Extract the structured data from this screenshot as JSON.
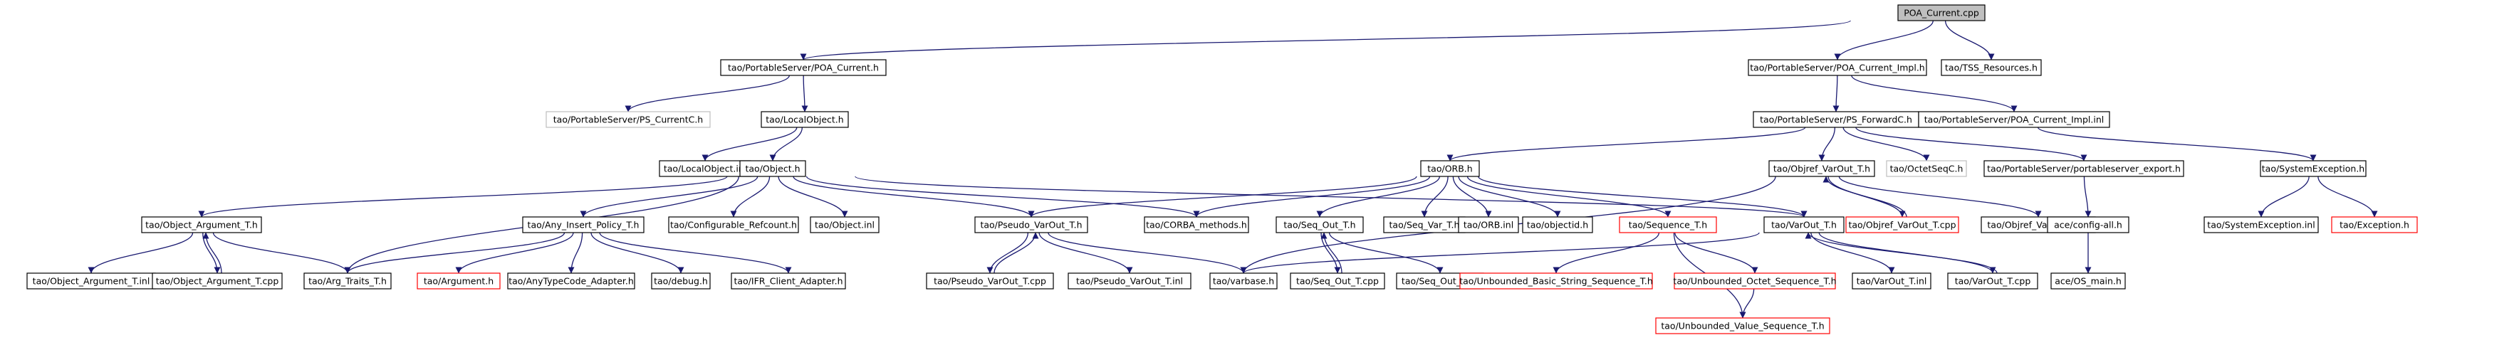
{
  "colors": {
    "root_fill": "#bfbfbf",
    "node_fill": "#ffffff",
    "border_normal": "#000000",
    "border_missing": "#ff0000",
    "border_external": "#bfbfbf",
    "edge": "#191970"
  },
  "nodes": [
    {
      "id": "root",
      "label": "POA_Current.cpp",
      "kind": "root"
    },
    {
      "id": "pscur_h",
      "label": "tao/PortableServer/POA_Current.h",
      "kind": "normal"
    },
    {
      "id": "pscuri_h",
      "label": "tao/PortableServer/POA_Current_Impl.h",
      "kind": "normal"
    },
    {
      "id": "tss",
      "label": "tao/TSS_Resources.h",
      "kind": "normal"
    },
    {
      "id": "pscurC",
      "label": "tao/PortableServer/PS_CurrentC.h",
      "kind": "external"
    },
    {
      "id": "localobj_h",
      "label": "tao/LocalObject.h",
      "kind": "normal"
    },
    {
      "id": "psfwd",
      "label": "tao/PortableServer/PS_ForwardC.h",
      "kind": "normal"
    },
    {
      "id": "pscuri_inl",
      "label": "tao/PortableServer/POA_Current_Impl.inl",
      "kind": "normal"
    },
    {
      "id": "localobj_inl",
      "label": "tao/LocalObject.inl",
      "kind": "normal"
    },
    {
      "id": "object_h",
      "label": "tao/Object.h",
      "kind": "normal"
    },
    {
      "id": "orb_h",
      "label": "tao/ORB.h",
      "kind": "normal"
    },
    {
      "id": "objref_h",
      "label": "tao/Objref_VarOut_T.h",
      "kind": "normal"
    },
    {
      "id": "octet",
      "label": "tao/OctetSeqC.h",
      "kind": "external"
    },
    {
      "id": "psexport",
      "label": "tao/PortableServer/portableserver_export.h",
      "kind": "normal"
    },
    {
      "id": "sysexc_h",
      "label": "tao/SystemException.h",
      "kind": "normal"
    },
    {
      "id": "objarg_h",
      "label": "tao/Object_Argument_T.h",
      "kind": "normal"
    },
    {
      "id": "anyins",
      "label": "tao/Any_Insert_Policy_T.h",
      "kind": "normal"
    },
    {
      "id": "cfgref",
      "label": "tao/Configurable_Refcount.h",
      "kind": "normal"
    },
    {
      "id": "object_inl",
      "label": "tao/Object.inl",
      "kind": "normal"
    },
    {
      "id": "pseudo_h",
      "label": "tao/Pseudo_VarOut_T.h",
      "kind": "normal"
    },
    {
      "id": "corbam",
      "label": "tao/CORBA_methods.h",
      "kind": "normal"
    },
    {
      "id": "seqout_h",
      "label": "tao/Seq_Out_T.h",
      "kind": "normal"
    },
    {
      "id": "seqvar_h",
      "label": "tao/Seq_Var_T.h",
      "kind": "normal"
    },
    {
      "id": "orb_inl",
      "label": "tao/ORB.inl",
      "kind": "normal"
    },
    {
      "id": "objectid",
      "label": "tao/objectid.h",
      "kind": "normal"
    },
    {
      "id": "seqt_h",
      "label": "tao/Sequence_T.h",
      "kind": "missing"
    },
    {
      "id": "varout_h",
      "label": "tao/VarOut_T.h",
      "kind": "normal"
    },
    {
      "id": "objrefcpp",
      "label": "tao/Objref_VarOut_T.cpp",
      "kind": "missing"
    },
    {
      "id": "objrefinl",
      "label": "tao/Objref_VarOut_T.inl",
      "kind": "normal"
    },
    {
      "id": "configall",
      "label": "ace/config-all.h",
      "kind": "normal"
    },
    {
      "id": "sysexc_inl",
      "label": "tao/SystemException.inl",
      "kind": "normal"
    },
    {
      "id": "exception",
      "label": "tao/Exception.h",
      "kind": "missing"
    },
    {
      "id": "objarg_inl",
      "label": "tao/Object_Argument_T.inl",
      "kind": "normal"
    },
    {
      "id": "objarg_cpp",
      "label": "tao/Object_Argument_T.cpp",
      "kind": "normal"
    },
    {
      "id": "argtraits",
      "label": "tao/Arg_Traits_T.h",
      "kind": "normal"
    },
    {
      "id": "argument",
      "label": "tao/Argument.h",
      "kind": "missing"
    },
    {
      "id": "anytc",
      "label": "tao/AnyTypeCode_Adapter.h",
      "kind": "normal"
    },
    {
      "id": "debug",
      "label": "tao/debug.h",
      "kind": "normal"
    },
    {
      "id": "ifr",
      "label": "tao/IFR_Client_Adapter.h",
      "kind": "normal"
    },
    {
      "id": "pseudo_cpp",
      "label": "tao/Pseudo_VarOut_T.cpp",
      "kind": "normal"
    },
    {
      "id": "pseudo_inl",
      "label": "tao/Pseudo_VarOut_T.inl",
      "kind": "normal"
    },
    {
      "id": "varbase",
      "label": "tao/varbase.h",
      "kind": "normal"
    },
    {
      "id": "seqout_cpp",
      "label": "tao/Seq_Out_T.cpp",
      "kind": "normal"
    },
    {
      "id": "seqout_inl",
      "label": "tao/Seq_Out_T.inl",
      "kind": "normal"
    },
    {
      "id": "ubstr",
      "label": "tao/Unbounded_Basic_String_Sequence_T.h",
      "kind": "missing"
    },
    {
      "id": "uboct",
      "label": "tao/Unbounded_Octet_Sequence_T.h",
      "kind": "missing"
    },
    {
      "id": "varout_inl",
      "label": "tao/VarOut_T.inl",
      "kind": "normal"
    },
    {
      "id": "varout_cpp",
      "label": "tao/VarOut_T.cpp",
      "kind": "normal"
    },
    {
      "id": "osmain",
      "label": "ace/OS_main.h",
      "kind": "normal"
    },
    {
      "id": "ubval",
      "label": "tao/Unbounded_Value_Sequence_T.h",
      "kind": "missing"
    }
  ],
  "edges": [
    [
      "root",
      "pscur_h"
    ],
    [
      "root",
      "pscuri_h"
    ],
    [
      "root",
      "tss"
    ],
    [
      "pscur_h",
      "pscurC"
    ],
    [
      "pscur_h",
      "localobj_h"
    ],
    [
      "pscuri_h",
      "psfwd"
    ],
    [
      "pscuri_h",
      "pscuri_inl"
    ],
    [
      "localobj_h",
      "localobj_inl"
    ],
    [
      "localobj_h",
      "object_h"
    ],
    [
      "psfwd",
      "orb_h"
    ],
    [
      "psfwd",
      "objref_h"
    ],
    [
      "psfwd",
      "octet"
    ],
    [
      "psfwd",
      "psexport"
    ],
    [
      "pscuri_inl",
      "sysexc_h"
    ],
    [
      "object_h",
      "objarg_h"
    ],
    [
      "object_h",
      "anyins"
    ],
    [
      "object_h",
      "cfgref"
    ],
    [
      "object_h",
      "object_inl"
    ],
    [
      "object_h",
      "pseudo_h"
    ],
    [
      "object_h",
      "corbam"
    ],
    [
      "object_h",
      "argtraits"
    ],
    [
      "object_h",
      "varout_h"
    ],
    [
      "orb_h",
      "corbam"
    ],
    [
      "orb_h",
      "pseudo_h"
    ],
    [
      "orb_h",
      "seqout_h"
    ],
    [
      "orb_h",
      "seqvar_h"
    ],
    [
      "orb_h",
      "orb_inl"
    ],
    [
      "orb_h",
      "objectid"
    ],
    [
      "orb_h",
      "seqt_h"
    ],
    [
      "orb_h",
      "varout_h"
    ],
    [
      "objref_h",
      "objrefcpp"
    ],
    [
      "objref_h",
      "objrefinl"
    ],
    [
      "objref_h",
      "varbase"
    ],
    [
      "objrefcpp",
      "objref_h"
    ],
    [
      "psexport",
      "configall"
    ],
    [
      "sysexc_h",
      "sysexc_inl"
    ],
    [
      "sysexc_h",
      "exception"
    ],
    [
      "objarg_h",
      "objarg_inl"
    ],
    [
      "objarg_h",
      "objarg_cpp"
    ],
    [
      "objarg_h",
      "argtraits"
    ],
    [
      "objarg_cpp",
      "objarg_h"
    ],
    [
      "anyins",
      "argtraits"
    ],
    [
      "anyins",
      "argument"
    ],
    [
      "anyins",
      "anytc"
    ],
    [
      "anyins",
      "debug"
    ],
    [
      "anyins",
      "ifr"
    ],
    [
      "pseudo_h",
      "pseudo_cpp"
    ],
    [
      "pseudo_h",
      "pseudo_inl"
    ],
    [
      "pseudo_h",
      "varbase"
    ],
    [
      "pseudo_cpp",
      "pseudo_h"
    ],
    [
      "seqout_h",
      "seqout_cpp"
    ],
    [
      "seqout_h",
      "seqout_inl"
    ],
    [
      "seqout_cpp",
      "seqout_h"
    ],
    [
      "seqt_h",
      "ubstr"
    ],
    [
      "seqt_h",
      "uboct"
    ],
    [
      "seqt_h",
      "ubval"
    ],
    [
      "uboct",
      "ubval"
    ],
    [
      "varout_h",
      "varout_inl"
    ],
    [
      "varout_h",
      "varout_cpp"
    ],
    [
      "varout_h",
      "varbase"
    ],
    [
      "varout_cpp",
      "varout_h"
    ],
    [
      "configall",
      "osmain"
    ]
  ]
}
